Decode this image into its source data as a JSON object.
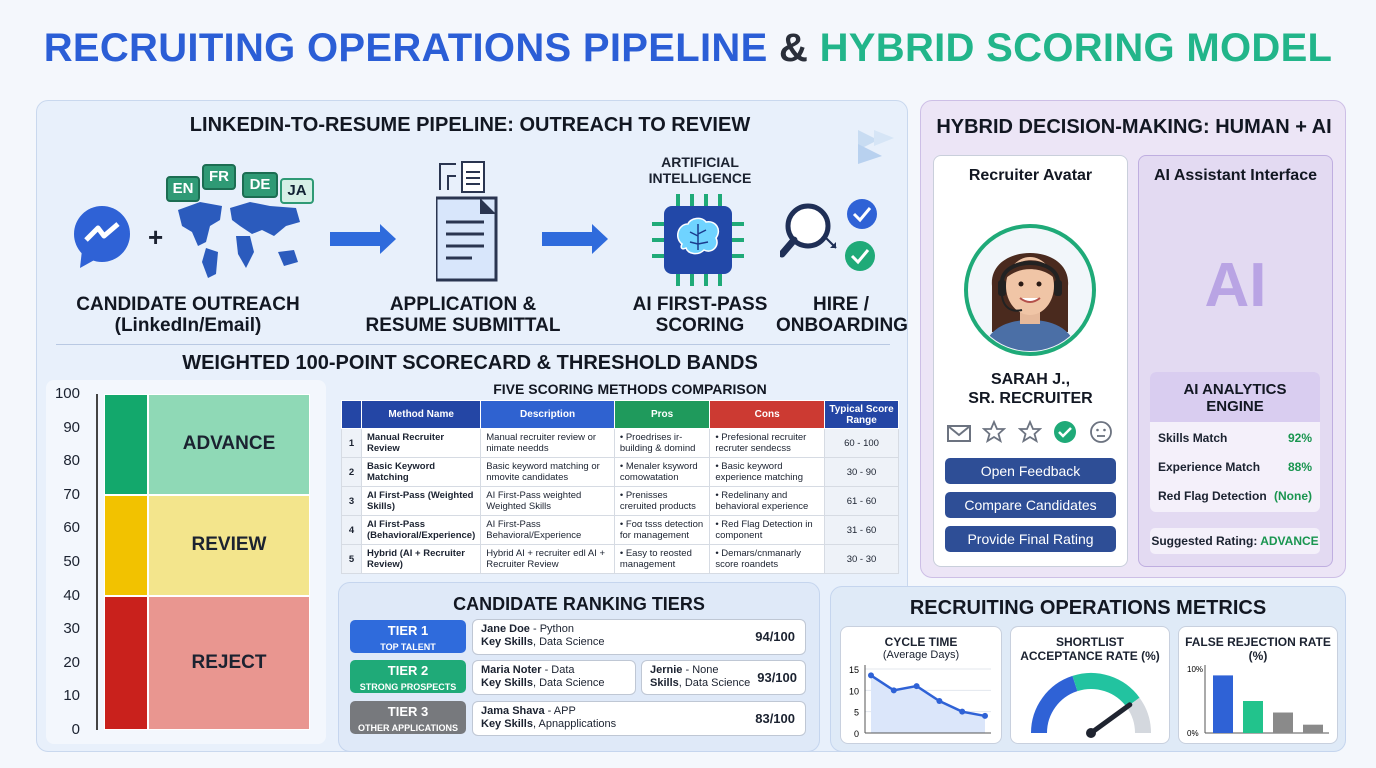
{
  "title": {
    "part1": "RECRUITING OPERATIONS PIPELINE",
    "amp": "&",
    "part2": "HYBRID SCORING MODEL"
  },
  "pipeline": {
    "heading": "LINKEDIN-TO-RESUME PIPELINE: OUTREACH TO REVIEW",
    "languages": [
      "EN",
      "FR",
      "DE",
      "JA"
    ],
    "plus": "+",
    "ai_caption": "ARTIFICIAL INTELLIGENCE",
    "steps": [
      {
        "line1": "CANDIDATE OUTREACH",
        "line2": "(LinkedIn/Email)"
      },
      {
        "line1": "APPLICATION &",
        "line2": "RESUME SUBMITTAL"
      },
      {
        "line1": "AI FIRST-PASS",
        "line2": "SCORING"
      },
      {
        "line1": "HIRE /",
        "line2": "ONBOARDING"
      }
    ]
  },
  "scorecard": {
    "heading": "WEIGHTED 100-POINT SCORECARD & THRESHOLD BANDS",
    "ticks": [
      "100",
      "90",
      "80",
      "70",
      "60",
      "50",
      "40",
      "30",
      "20",
      "10",
      "0"
    ],
    "bands": [
      {
        "label": "ADVANCE",
        "from": 70,
        "to": 100,
        "color": "#8fd9b6",
        "bar": "#13a86c"
      },
      {
        "label": "REVIEW",
        "from": 40,
        "to": 70,
        "color": "#f3e58c",
        "bar": "#f2c200"
      },
      {
        "label": "REJECT",
        "from": 0,
        "to": 40,
        "color": "#e99690",
        "bar": "#c9211c"
      }
    ]
  },
  "methods": {
    "heading": "FIVE SCORING METHODS COMPARISON",
    "headers": [
      "",
      "Method Name",
      "Description",
      "Pros",
      "Cons",
      "Typical Score Range"
    ],
    "header_colors": [
      "#2446a5",
      "#2446a5",
      "#2f62d0",
      "#1f9a5c",
      "#cc3a32",
      "#2446a5"
    ],
    "rows": [
      {
        "num": "1",
        "name": "Manual Recruiter Review",
        "desc": "Manual recruiter review or nimate needds",
        "pros": "• Proedrises ir-building & domind",
        "cons": "• Prefesional recruiter recruter sendecss",
        "range": "60 - 100"
      },
      {
        "num": "2",
        "name": "Basic Keyword Matching",
        "desc": "Basic keyword matching or nmovite candidates",
        "pros": "• Menaler ksyword comowatation",
        "cons": "• Basic keyword experience matching",
        "range": "30 - 90"
      },
      {
        "num": "3",
        "name": "AI First-Pass (Weighted Skills)",
        "desc": "AI First-Pass weighted Weighted Skills",
        "pros": "• Prenisses creruited products",
        "cons": "• Redelinany and behavioral experience",
        "range": "61 - 60"
      },
      {
        "num": "4",
        "name": "AI First-Pass (Behavioral/Experience)",
        "desc": "AI First-Pass Behavioral/Experience",
        "pros": "• Foα tsss detection for management",
        "cons": "• Red Flag Detection in component",
        "range": "31 - 60"
      },
      {
        "num": "5",
        "name": "Hybrid (AI + Recruiter Review)",
        "desc": "Hybrid AI + recruiter edl AI + Recruiter Review",
        "pros": "• Easy to reosted management",
        "cons": "• Demars/cnmanarly score roandets",
        "range": "30 - 30"
      }
    ]
  },
  "ranking": {
    "heading": "CANDIDATE RANKING TIERS",
    "tiers": [
      {
        "name": "TIER 1",
        "sub": "TOP TALENT",
        "color": "#2f6bdc"
      },
      {
        "name": "TIER 2",
        "sub": "STRONG PROSPECTS",
        "color": "#1faa78"
      },
      {
        "name": "TIER 3",
        "sub": "OTHER APPLICATIONS",
        "color": "#77797d"
      }
    ],
    "cards": [
      {
        "name": "Jane Doe",
        "role": " - Python",
        "skills": "Key Skills",
        "skills_val": ", Data Science",
        "score": "94/100"
      },
      {
        "name": "Maria Noter",
        "role": " - Data",
        "skills": "Key Skills",
        "skills_val": ", Data Science"
      },
      {
        "name": "Jernie",
        "role": " - None",
        "skills": "Skills",
        "skills_val": ", Data Science",
        "score": "93/100"
      },
      {
        "name": "Jama Shava",
        "role": " - APP",
        "skills": "Key Skills",
        "skills_val": ", Apnapplications",
        "score": "83/100"
      }
    ]
  },
  "hybrid": {
    "heading": "HYBRID DECISION-MAKING: HUMAN + AI",
    "recruiter": {
      "title": "Recruiter Avatar",
      "name": "SARAH J.,",
      "role": "SR. RECRUITER",
      "icons": [
        "mail-icon",
        "star-icon",
        "star-icon",
        "check-icon",
        "neutral-face-icon"
      ],
      "buttons": [
        "Open Feedback",
        "Compare Candidates",
        "Provide Final Rating"
      ]
    },
    "ai": {
      "title": "AI Assistant Interface",
      "logo": "AI",
      "engine_title": "AI ANALYTICS ENGINE",
      "rows": [
        {
          "label": "Skills Match",
          "value": "92%"
        },
        {
          "label": "Experience Match",
          "value": "88%"
        },
        {
          "label": "Red Flag Detection",
          "value": "(None)"
        }
      ],
      "suggested_label": "Suggested Rating:",
      "suggested_value": "ADVANCE"
    }
  },
  "metrics": {
    "heading": "RECRUITING OPERATIONS METRICS",
    "cycle": {
      "title": "CYCLE TIME",
      "sub": "(Average Days)",
      "yticks": [
        "15",
        "10",
        "5",
        "0"
      ]
    },
    "shortlist": {
      "title": "SHORTLIST ACCEPTANCE RATE (%)"
    },
    "false_rej": {
      "title": "FALSE REJECTION RATE (%)",
      "yticks": [
        "10%",
        "0%"
      ]
    }
  },
  "chart_data": [
    {
      "type": "line",
      "title": "CYCLE TIME",
      "subtitle": "(Average Days)",
      "y_ticks": [
        0,
        5,
        10,
        15
      ],
      "ylim": [
        0,
        15
      ],
      "x": [
        1,
        2,
        3,
        4,
        5,
        6
      ],
      "values": [
        13.5,
        10,
        11,
        7.5,
        5,
        4
      ]
    },
    {
      "type": "gauge",
      "title": "SHORTLIST ACCEPTANCE RATE (%)",
      "value": 0.8
    },
    {
      "type": "bar",
      "title": "FALSE REJECTION RATE (%)",
      "y_ticks": [
        "0%",
        "10%"
      ],
      "ylim": [
        0,
        10
      ],
      "values": [
        9,
        5,
        3.2,
        1.3
      ],
      "colors": [
        "#2f62d6",
        "#22c38c",
        "#8a8a8a",
        "#8a8a8a"
      ]
    }
  ]
}
